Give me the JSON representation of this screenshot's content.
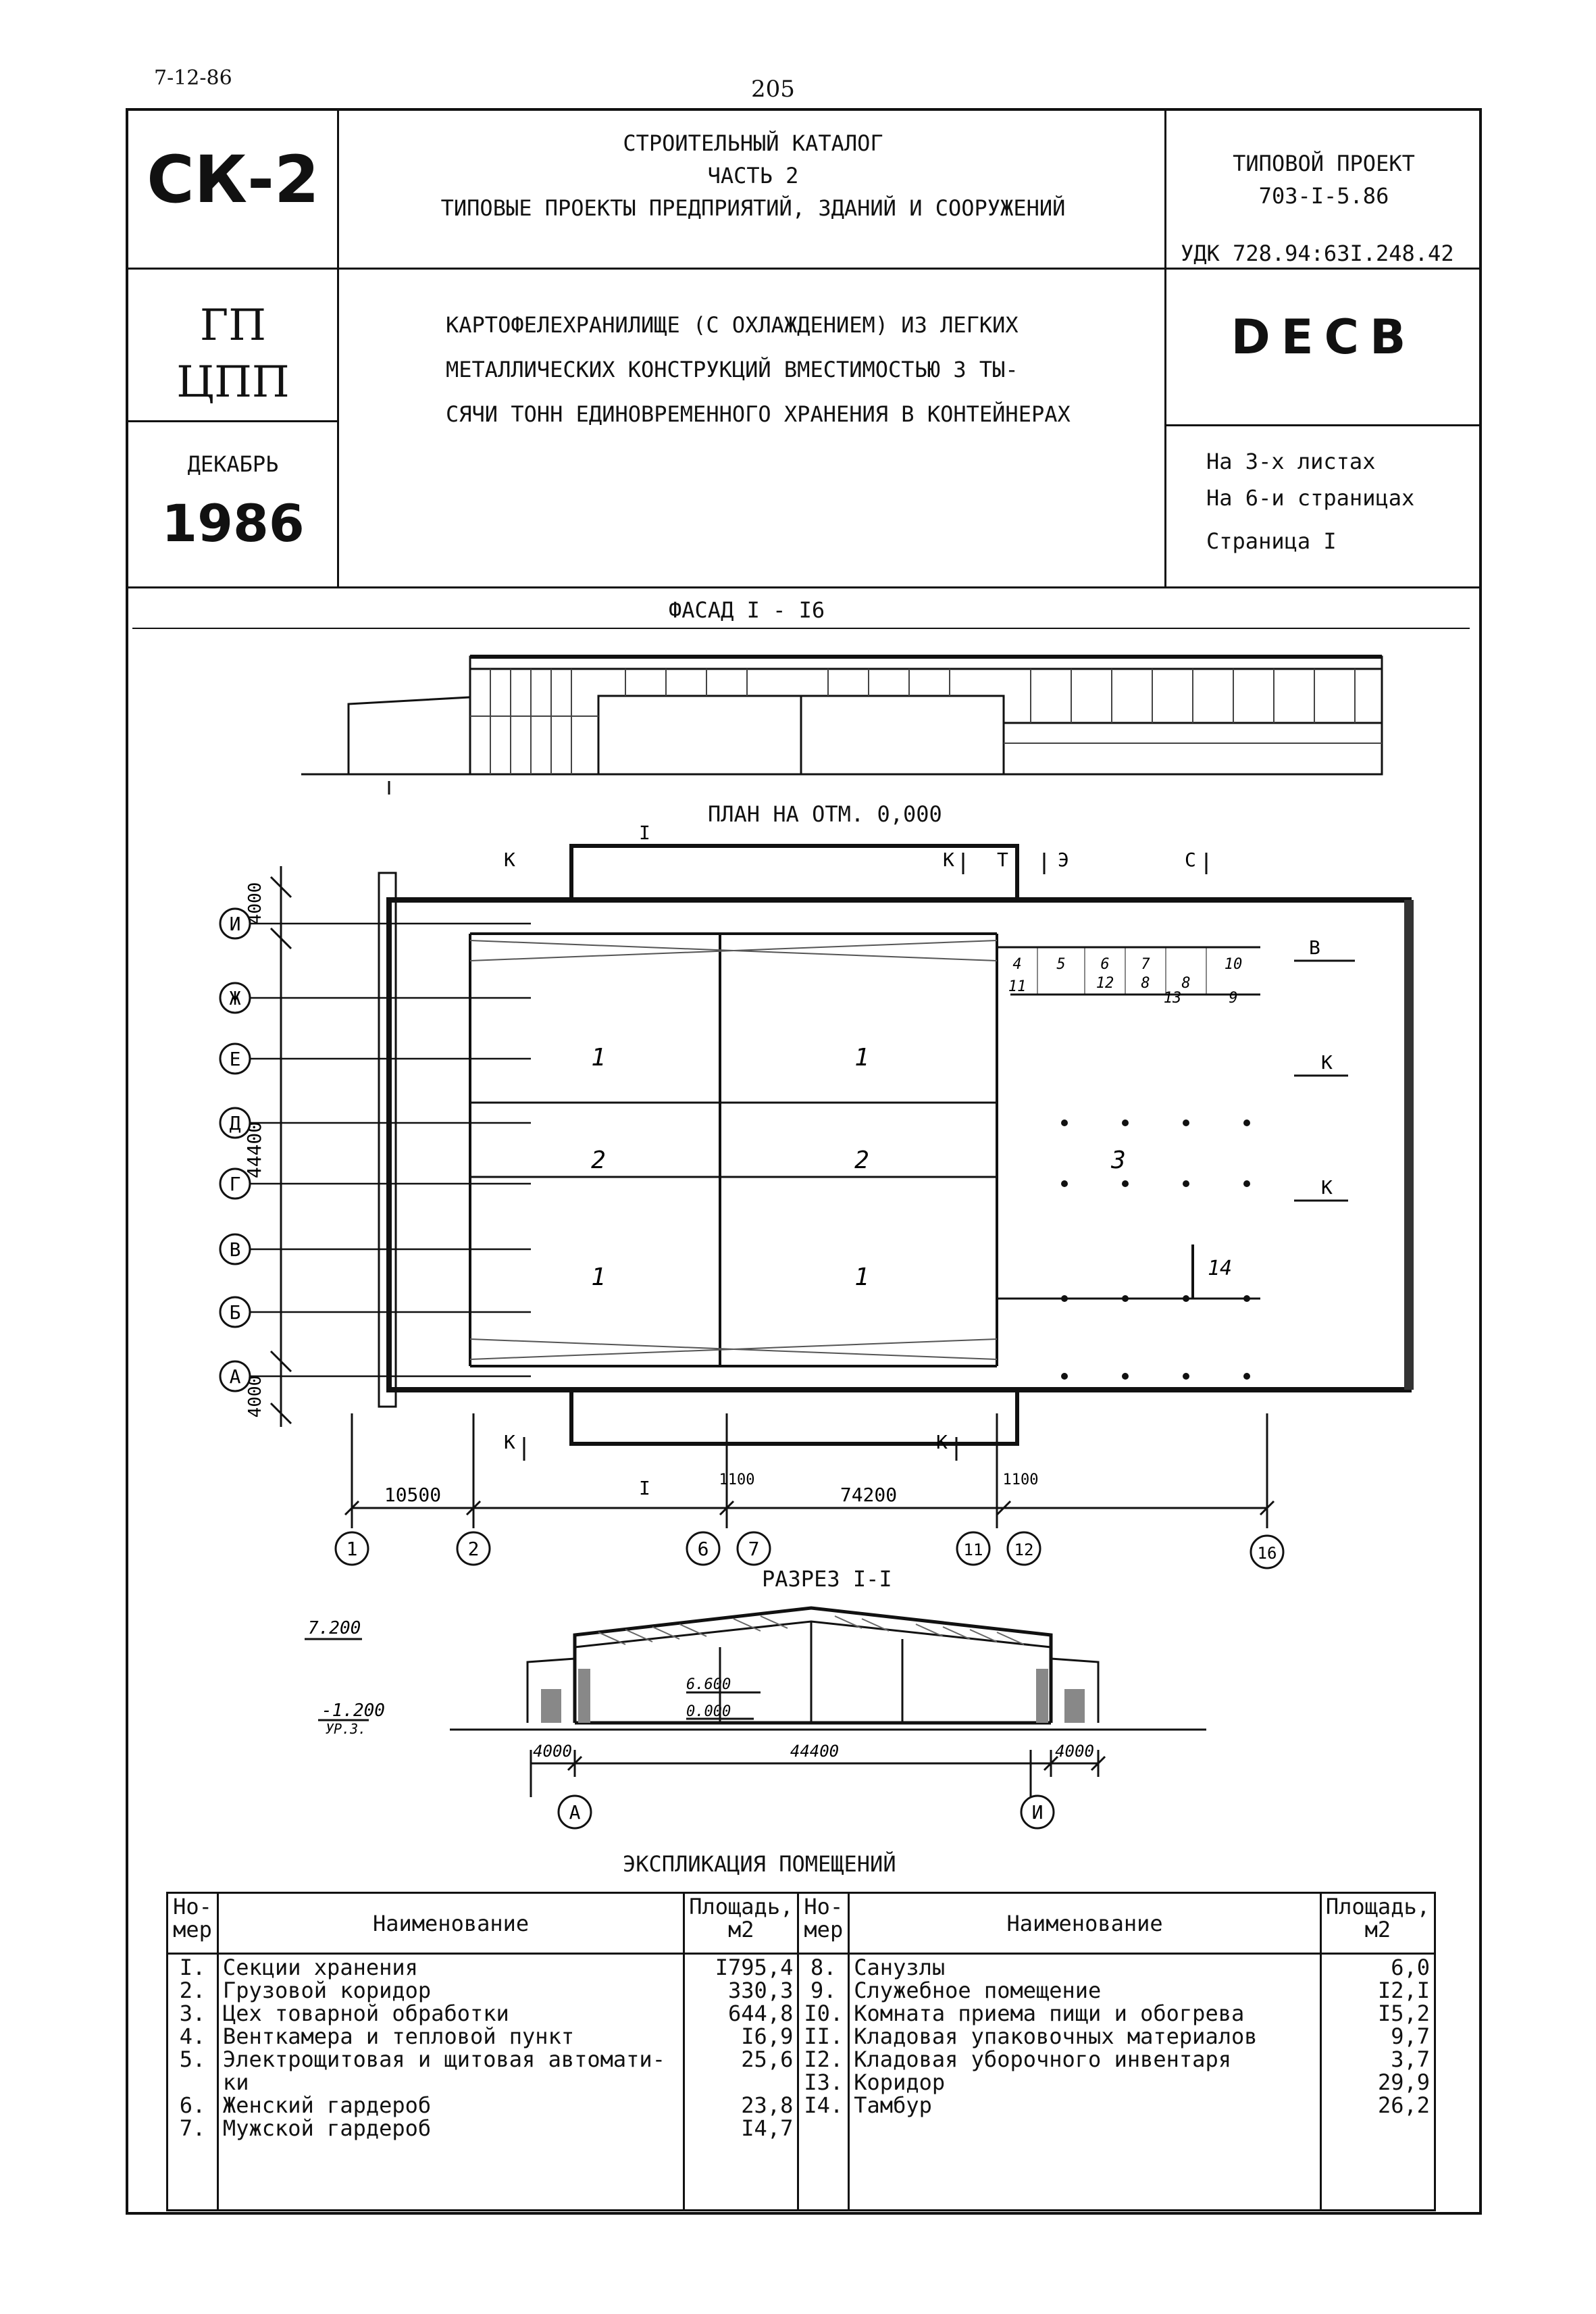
{
  "top_date": "7-12-86",
  "page_number": "205",
  "header": {
    "series": "СК-2",
    "catalog_lines": [
      "СТРОИТЕЛЬНЫЙ КАТАЛОГ",
      "ЧАСТЬ 2",
      "ТИПОВЫЕ ПРОЕКТЫ ПРЕДПРИЯТИЙ, ЗДАНИЙ И СООРУЖЕНИЙ"
    ],
    "project_label": "ТИПОВОЙ ПРОЕКТ",
    "project_number": "703-I-5.86",
    "udk": "УДК 728.94:63I.248.42",
    "org_line1": "ГП",
    "org_line2": "ЦПП",
    "title_lines": [
      "КАРТОФЕЛЕХРАНИЛИЩЕ (С ОХЛАЖДЕНИЕМ) ИЗ ЛЕГКИХ",
      "МЕТАЛЛИЧЕСКИХ КОНСТРУКЦИЙ ВМЕСТИМОСТЬЮ 3 ТЫ-",
      "СЯЧИ ТОНН ЕДИНОВРЕМЕННОГО ХРАНЕНИЯ В КОНТЕЙНЕРАХ"
    ],
    "code": "DECB",
    "month": "ДЕКАБРЬ",
    "year": "1986",
    "sheets_lines": [
      "На 3-х листах",
      "На 6-и страницах",
      "Страница I"
    ]
  },
  "facade": {
    "title": "ФАСАД I - I6",
    "section_mark": "I"
  },
  "plan": {
    "title": "ПЛАН НА ОТМ. 0,000",
    "row_axes": [
      "И",
      "Ж",
      "Е",
      "Д",
      "Г",
      "В",
      "Б",
      "А"
    ],
    "column_axes": [
      "1",
      "2",
      "6",
      "7",
      "11",
      "12",
      "16"
    ],
    "dimensions": {
      "left_total": "44400",
      "edge_top": "4000",
      "edge_bottom": "4000",
      "bay_left": "10500",
      "main": "74200",
      "gap1": "1100",
      "gap2": "1100"
    },
    "room_numbers": [
      "1",
      "1",
      "1",
      "1",
      "2",
      "2",
      "3",
      "4",
      "5",
      "6",
      "7",
      "8",
      "8",
      "9",
      "10",
      "11",
      "12",
      "13",
      "14"
    ],
    "entrance_marks": [
      "К",
      "К",
      "Т",
      "Э",
      "С",
      "В",
      "К",
      "К",
      "К",
      "К"
    ],
    "section_marks": [
      "I",
      "I"
    ]
  },
  "section": {
    "title": "РАЗРЕЗ I-I",
    "level_top": "7.200",
    "level_bottom": "-1.200",
    "level_bottom_note": "УР.З.",
    "level_inner": "6.600",
    "level_floor": "0.000",
    "dim_left": "4000",
    "dim_main": "44400",
    "dim_right": "4000",
    "axis_left": "А",
    "axis_right": "И"
  },
  "explication": {
    "title": "ЭКСПЛИКАЦИЯ ПОМЕЩЕНИЙ",
    "head_num": [
      "Но-",
      "мер"
    ],
    "head_name": "Наименование",
    "head_area": [
      "Площадь,",
      "м2"
    ],
    "left_nums": [
      "I.",
      "2.",
      "3.",
      "4.",
      "5.",
      "",
      "6.",
      "7."
    ],
    "left_names": [
      "Секции хранения",
      "Грузовой коридор",
      "Цех товарной обработки",
      "Венткамера и тепловой пункт",
      "Электрощитовая и щитовая автомати-",
      "ки",
      "Женский гардероб",
      "Мужской гардероб"
    ],
    "left_areas": [
      "I795,4",
      "330,3",
      "644,8",
      "I6,9",
      "25,6",
      "",
      "23,8",
      "I4,7"
    ],
    "right_nums": [
      "8.",
      "9.",
      "I0.",
      "II.",
      "I2.",
      "I3.",
      "I4."
    ],
    "right_names": [
      "Санузлы",
      "Служебное помещение",
      "Комната приема пищи и обогрева",
      "Кладовая упаковочных материалов",
      "Кладовая уборочного инвентаря",
      "Коридор",
      "Тамбур"
    ],
    "right_areas": [
      "6,0",
      "I2,I",
      "I5,2",
      "9,7",
      "3,7",
      "29,9",
      "26,2"
    ]
  }
}
